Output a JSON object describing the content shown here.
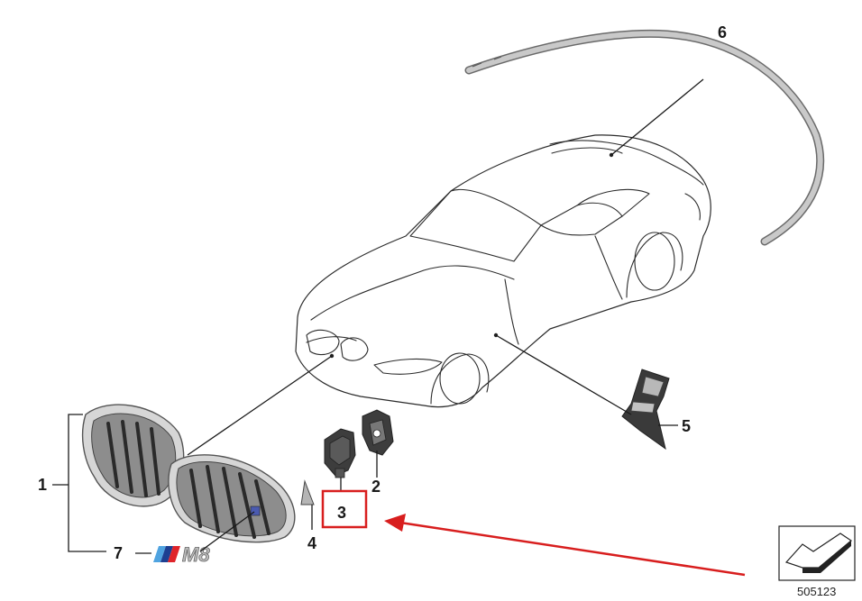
{
  "callouts": {
    "c1": "1",
    "c2": "2",
    "c3": "3",
    "c4": "4",
    "c5": "5",
    "c6": "6",
    "c7": "7"
  },
  "emblem_text": "M8",
  "reference_number": "505123",
  "colors": {
    "highlight_box": "#d81e1e",
    "arrow": "#d81e1e",
    "m_stripe_blue_light": "#4fa3e0",
    "m_stripe_blue_dark": "#1d3f91",
    "m_stripe_red": "#e0242a"
  },
  "icons": {
    "reference_badge": "corner-arrow-icon"
  },
  "highlighted_part": "3"
}
